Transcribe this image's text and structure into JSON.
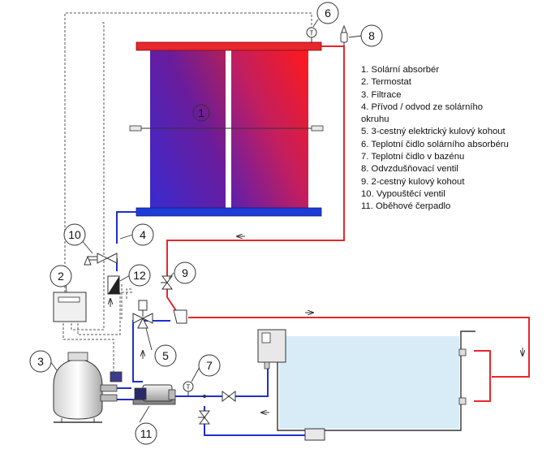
{
  "callouts": [
    {
      "id": "c1",
      "text": "1"
    },
    {
      "id": "c2",
      "text": "2"
    },
    {
      "id": "c3",
      "text": "3"
    },
    {
      "id": "c4",
      "text": "4"
    },
    {
      "id": "c5",
      "text": "5"
    },
    {
      "id": "c6",
      "text": "6"
    },
    {
      "id": "c7",
      "text": "7"
    },
    {
      "id": "c8",
      "text": "8"
    },
    {
      "id": "c9",
      "text": "9"
    },
    {
      "id": "c10",
      "text": "10"
    },
    {
      "id": "c11",
      "text": "11"
    },
    {
      "id": "c12",
      "text": "12"
    }
  ],
  "gauge_symbol": "T",
  "legend": [
    "1. Solární absorbér",
    "2. Termostat",
    "3. Filtrace",
    "4. Přívod / odvod ze solárního okruhu",
    "5. 3-cestný elektrický kulový kohout",
    "6. Teplotní čidlo solárního absorbéru",
    "7. Teplotní čidlo v bazénu",
    "8. Odvzdušňovací ventil",
    "9. 2-cestný kulový kohout",
    "10. Vypouštěcí ventil",
    "11. Oběhové čerpadlo"
  ],
  "colors": {
    "hot_pipe": "#e8262b",
    "cold_pipe": "#2030c8",
    "signal_wire": "#555555",
    "pool_water": "#d8ecf8",
    "absorber_hot": "#ff1e1e",
    "absorber_cold": "#4a1aa8"
  }
}
